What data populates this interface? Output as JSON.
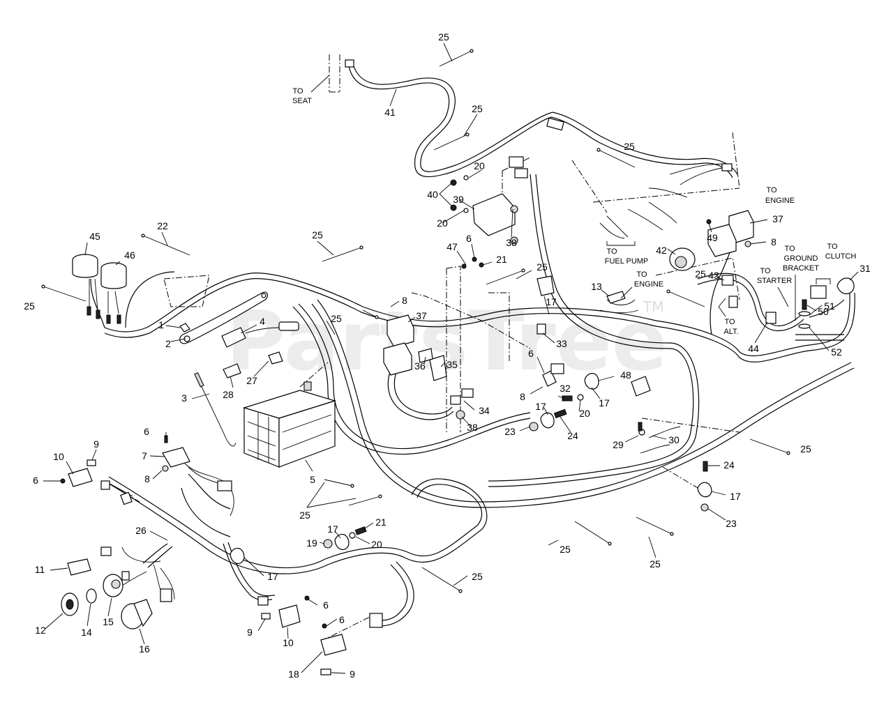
{
  "watermark": {
    "text": "PartsTree",
    "tm": "TM"
  },
  "notes": {
    "to_seat_1": "TO",
    "to_seat_2": "SEAT",
    "to_engine_top_1": "TO",
    "to_engine_top_2": "ENGINE",
    "to_fuel_pump_1": "TO",
    "to_fuel_pump_2": "FUEL PUMP",
    "to_engine_mid_1": "TO",
    "to_engine_mid_2": "ENGINE",
    "to_alt_1": "TO",
    "to_alt_2": "ALT.",
    "to_starter_1": "TO",
    "to_starter_2": "STARTER",
    "to_ground_1": "TO",
    "to_ground_2": "GROUND",
    "to_ground_3": "BRACKET",
    "to_clutch_1": "TO",
    "to_clutch_2": "CLUTCH"
  },
  "callouts": [
    "25",
    "41",
    "25",
    "25",
    "20",
    "40",
    "39",
    "20",
    "38",
    "37",
    "8",
    "49",
    "42",
    "22",
    "45",
    "46",
    "25",
    "25",
    "47",
    "6",
    "21",
    "25",
    "13",
    "25",
    "43",
    "31",
    "50",
    "51",
    "52",
    "44",
    "1",
    "2",
    "4",
    "25",
    "8",
    "37",
    "17",
    "33",
    "27",
    "28",
    "36",
    "35",
    "6",
    "48",
    "17",
    "8",
    "32",
    "3",
    "20",
    "24",
    "34",
    "38",
    "23",
    "17",
    "29",
    "30",
    "25",
    "6",
    "9",
    "10",
    "7",
    "8",
    "5",
    "6",
    "24",
    "17",
    "23",
    "25",
    "17",
    "21",
    "19",
    "20",
    "26",
    "11",
    "17",
    "25",
    "25",
    "25",
    "12",
    "14",
    "15",
    "16",
    "6",
    "9",
    "10",
    "6",
    "18",
    "9"
  ]
}
